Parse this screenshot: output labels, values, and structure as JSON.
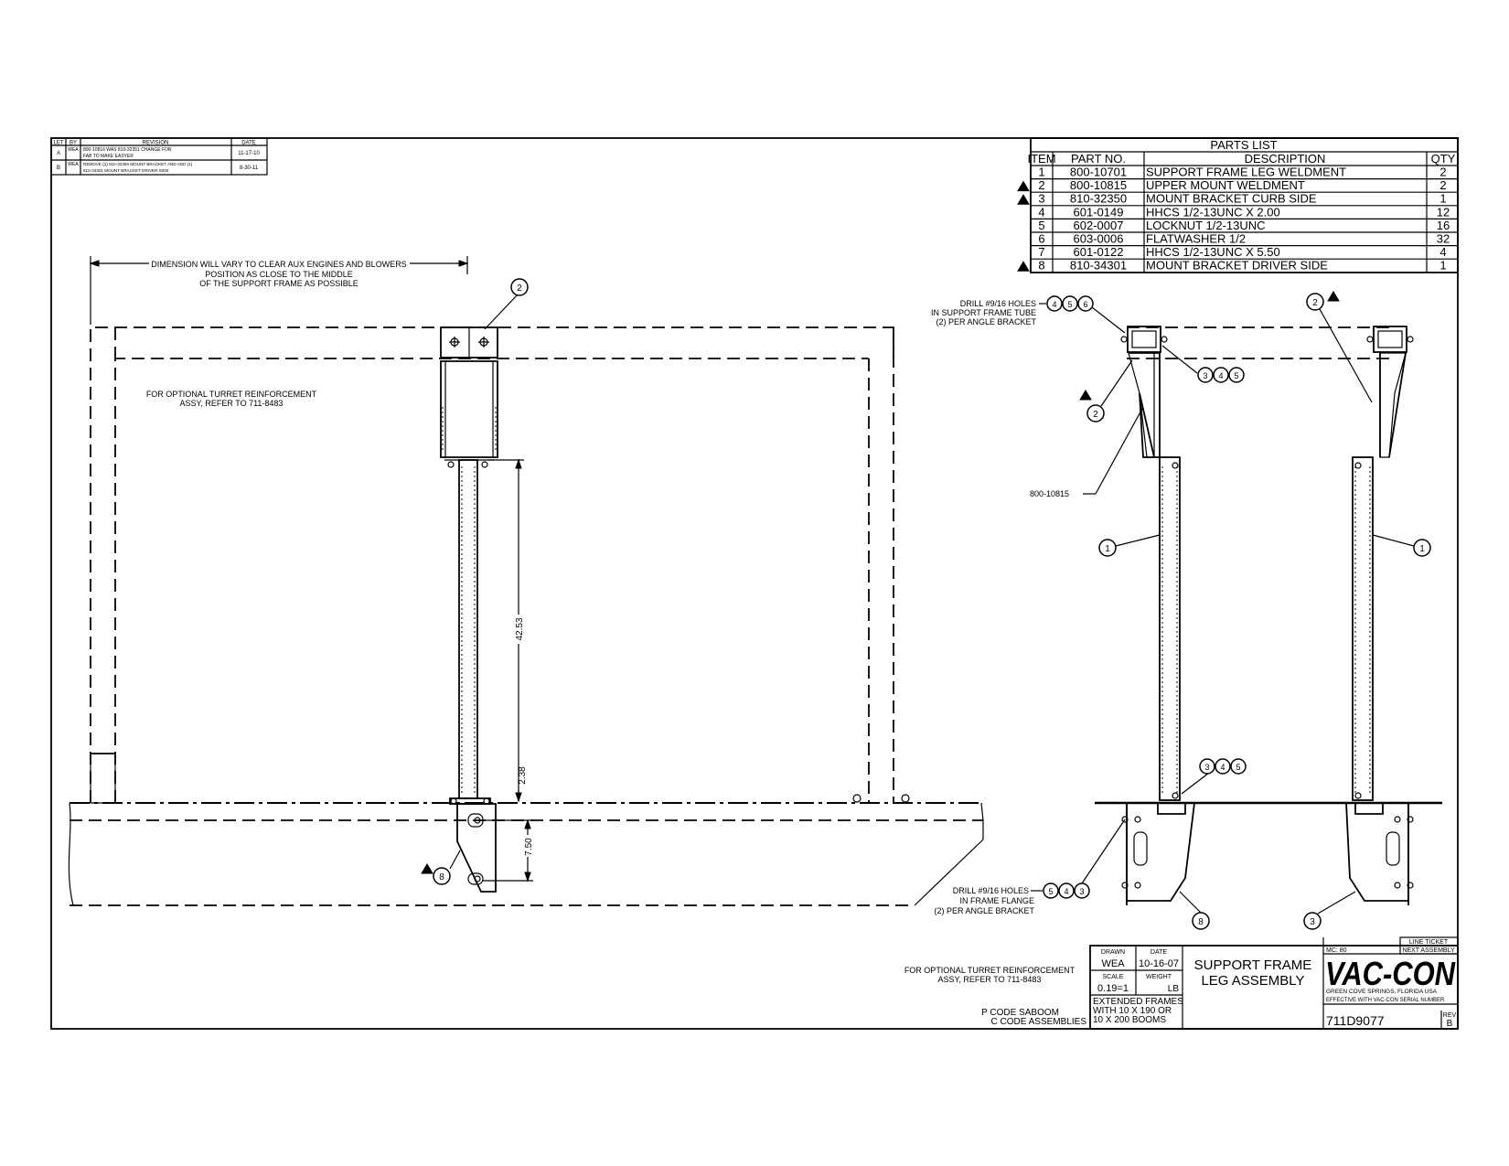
{
  "revision_block": {
    "headers": [
      "LET",
      "BY",
      "REVISION",
      "DATE"
    ],
    "rows": [
      {
        "let": "A",
        "by": "WEA",
        "text1": "800-10816 WAS 810-32351 CHANGE FOR",
        "text2": "FAB TO MAKE EASYER",
        "date": "11-17-10"
      },
      {
        "let": "B",
        "by": "WEA",
        "text1": "REMOVE (1) 810-32350 MOUNT BRACKET AND ADD (1)",
        "text2": "810-34301 MOUNT BRACKET DRIVER SIDE",
        "date": "8-30-11"
      }
    ]
  },
  "parts_list": {
    "title": "PARTS LIST",
    "headers": [
      "ITEM",
      "PART NO.",
      "DESCRIPTION",
      "QTY"
    ],
    "rows": [
      {
        "item": "1",
        "part": "800-10701",
        "desc": "SUPPORT FRAME LEG WELDMENT",
        "qty": "2",
        "rev": false
      },
      {
        "item": "2",
        "part": "800-10815",
        "desc": "UPPER MOUNT WELDMENT",
        "qty": "2",
        "rev": true
      },
      {
        "item": "3",
        "part": "810-32350",
        "desc": "MOUNT BRACKET  CURB SIDE",
        "qty": "1",
        "rev": true
      },
      {
        "item": "4",
        "part": "601-0149",
        "desc": "HHCS 1/2-13UNC X 2.00",
        "qty": "12",
        "rev": false
      },
      {
        "item": "5",
        "part": "602-0007",
        "desc": "LOCKNUT 1/2-13UNC",
        "qty": "16",
        "rev": false
      },
      {
        "item": "6",
        "part": "603-0006",
        "desc": "FLATWASHER 1/2",
        "qty": "32",
        "rev": false
      },
      {
        "item": "7",
        "part": "601-0122",
        "desc": "HHCS 1/2-13UNC X 5.50",
        "qty": "4",
        "rev": false
      },
      {
        "item": "8",
        "part": "810-34301",
        "desc": "MOUNT BRACKET  DRIVER SIDE",
        "qty": "1",
        "rev": true
      }
    ]
  },
  "notes": {
    "dimension_note_1": "DIMENSION WILL VARY TO CLEAR AUX ENGINES AND BLOWERS",
    "dimension_note_2": "POSITION AS CLOSE TO THE MIDDLE",
    "dimension_note_3": "OF THE SUPPORT FRAME AS POSSIBLE",
    "turret_note_1": "FOR OPTIONAL TURRET REINFORCEMENT",
    "turret_note_2": "ASSY, REFER TO 711-8483",
    "drill_top_1": "DRILL #9/16 HOLES",
    "drill_top_2": "IN SUPPORT FRAME TUBE",
    "drill_top_3": "(2) PER ANGLE BRACKET",
    "drill_bottom_1": "DRILL #9/16 HOLES",
    "drill_bottom_2": "IN FRAME FLANGE",
    "drill_bottom_3": "(2) PER ANGLE BRACKET",
    "part_callout": "800-10815",
    "pcode_1": "P CODE SABOOM",
    "pcode_2": "C CODE ASSEMBLIES"
  },
  "dimensions": {
    "height_leg": "42.53",
    "height_base": "2.38",
    "height_bracket": "7.50"
  },
  "balloons": {
    "b1": "1",
    "b2": "2",
    "b3": "3",
    "b4": "4",
    "b5": "5",
    "b6": "6",
    "b8": "8"
  },
  "title_block": {
    "drawn_label": "DRAWN",
    "drawn_value": "WEA",
    "date_label": "DATE",
    "date_value": "10-16-07",
    "scale_label": "SCALE",
    "scale_value": "0.19=1",
    "weight_label": "WEIGHT",
    "weight_unit": "LB",
    "title_1": "SUPPORT FRAME",
    "title_2": "LEG ASSEMBLY",
    "extended_1": "EXTENDED FRAMES",
    "extended_2": "WITH 10 X 190 OR",
    "extended_3": "10 X 200 BOOMS",
    "mc": "MC: 80",
    "line_ticket": "LINE TICKET",
    "next_assembly": "NEXT ASSEMBLY",
    "company": "VAC-CON",
    "location": "GREEN COVE SPRINGS, FLORIDA USA",
    "effective": "EFFECTIVE WITH VAC-CON SERIAL NUMBER",
    "drawing_number": "711D9077",
    "rev_label": "REV",
    "rev_value": "B"
  }
}
